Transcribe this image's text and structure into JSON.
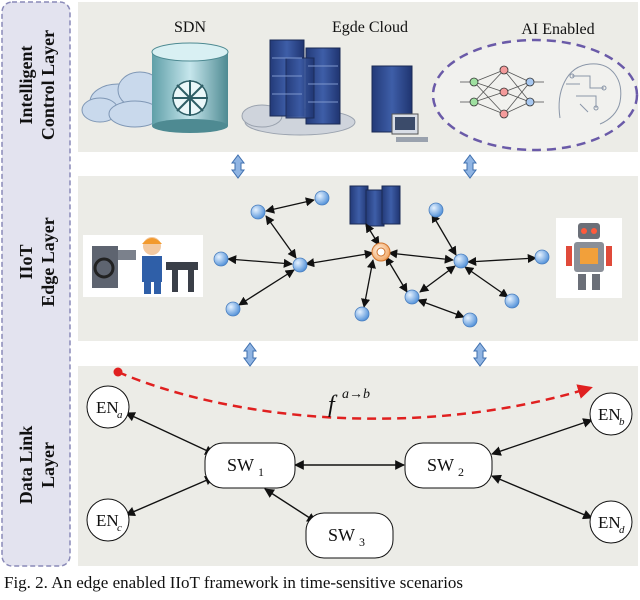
{
  "layers": {
    "control": [
      "Intelligent",
      "Control Layer"
    ],
    "edge": [
      "IIoT",
      "Edge Layer"
    ],
    "data": [
      "Data Link",
      "Layer"
    ]
  },
  "control_labels": {
    "sdn": "SDN",
    "cloud": "Egde Cloud",
    "ai": "AI Enabled"
  },
  "data_link": {
    "flow_main": "f",
    "flow_sup": "a→b",
    "nodes": {
      "ena": {
        "base": "EN",
        "sub": "a"
      },
      "enb": {
        "base": "EN",
        "sub": "b"
      },
      "enc": {
        "base": "EN",
        "sub": "c"
      },
      "end": {
        "base": "EN",
        "sub": "d"
      },
      "sw1": {
        "base": "SW",
        "sub": "1"
      },
      "sw2": {
        "base": "SW",
        "sub": "2"
      },
      "sw3": {
        "base": "SW",
        "sub": "3"
      }
    }
  },
  "caption": "Fig. 2. An edge enabled IIoT framework in time-sensitive scenarios",
  "colors": {
    "panel_bg": "#ecece7",
    "sidebar_bg": "#e3e3ef",
    "sidebar_border": "#8a8ab8",
    "edge_node": "#6fa8e6",
    "center_node": "#f0a868",
    "server": "#2f4a8a",
    "flow_line": "#e02020",
    "ai_border": "#6a5aa8",
    "up_down_arrow": "#8fb4e3"
  }
}
